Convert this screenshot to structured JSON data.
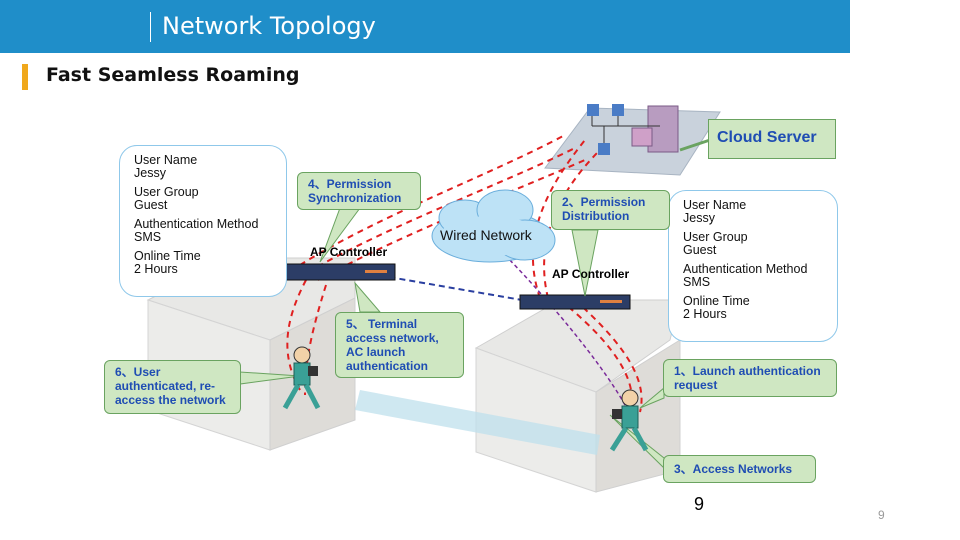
{
  "header": {
    "title": "Network Topology",
    "subtitle": "Fast Seamless Roaming"
  },
  "cloud_server": {
    "label": "Cloud Server"
  },
  "wired_network": {
    "label": "Wired Network"
  },
  "ap_controllers": [
    {
      "label": "AP Controller"
    },
    {
      "label": "AP Controller"
    }
  ],
  "left_info": {
    "user_name_label": "User Name",
    "user_name": "Jessy",
    "user_group_label": "User Group",
    "user_group": "Guest",
    "auth_method_label": "Authentication Method",
    "auth_method": "SMS",
    "online_time_label": "Online Time",
    "online_time": "2 Hours"
  },
  "right_info": {
    "user_name_label": "User Name",
    "user_name": "Jessy",
    "user_group_label": "User Group",
    "user_group": "Guest",
    "auth_method_label": "Authentication Method",
    "auth_method": "SMS",
    "online_time_label": "Online Time",
    "online_time": "2 Hours"
  },
  "steps": {
    "s1": "1、Launch authentication request",
    "s2": "2、Permission Distribution",
    "s3": "3、Access Networks",
    "s4": "4、Permission Synchronization",
    "s5": "5、 Terminal access network, AC launch authentication",
    "s6": "6、User authenticated, re-access the network"
  },
  "page_number": "9",
  "slide_number": "9",
  "colors": {
    "header": "#1f8ec9",
    "accent": "#f0a81c",
    "callout_fill": "#cfe7c2",
    "callout_text": "#1f4db3",
    "dash_red": "#e02020",
    "dash_blue": "#2a3fa0",
    "dash_purple": "#7a2a9a"
  }
}
